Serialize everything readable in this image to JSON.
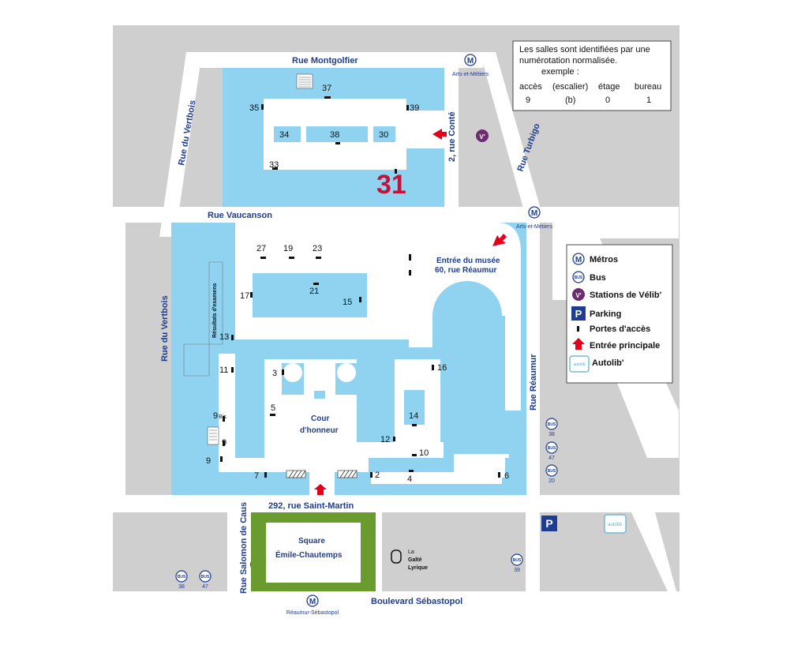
{
  "legend_top": {
    "line1": "Les salles sont identifiées par une",
    "line2": "numérotation normalisée.",
    "line3": "exemple :",
    "headers": [
      "accès",
      "(escalier)",
      "étage",
      "bureau"
    ],
    "values": [
      "9",
      "(b)",
      "0",
      "1"
    ]
  },
  "streets": {
    "montgolfier": "Rue Montgolfier",
    "vertbois_top": "Rue du Vertbois",
    "vertbois_left": "Rue du Vertbois",
    "conte": "2, rue Conté",
    "turbigo": "Rue Turbigo",
    "vaucanson": "Rue Vaucanson",
    "reaumur": "Rue Réaumur",
    "saint_martin": "292, rue Saint-Martin",
    "salomon": "Rue Salomon de Caus",
    "sebastopol": "Boulevard Sébastopol"
  },
  "metro": {
    "arts1": "Arts-et-Métiers",
    "arts2": "Arts-et-Métiers",
    "reaumur_sebastopol": "Réaumur-Sébastopol"
  },
  "labels": {
    "building_31": "31",
    "musee": "Entrée du musée",
    "musee_addr": "60, rue Réaumur",
    "cour1": "Cour",
    "cour2": "d'honneur",
    "examens": "Résultats d'examens",
    "square1": "Square",
    "square2": "Émile-Chautemps",
    "gaite1": "La",
    "gaite2": "Gaîté",
    "gaite3": "Lyrique"
  },
  "rooms": {
    "r35": "35",
    "r37": "37",
    "r39": "39",
    "r34": "34",
    "r38": "38",
    "r30": "30",
    "r33": "33",
    "r27": "27",
    "r19": "19",
    "r23": "23",
    "r17": "17",
    "r21": "21",
    "r15": "15",
    "r13": "13",
    "r11": "11",
    "r3": "3",
    "r16": "16",
    "r5": "5",
    "r14": "14",
    "r9bis": "9",
    "r9bis_sup": "Bis",
    "r9": "9",
    "r9b": "9",
    "r12": "12",
    "r10": "10",
    "r7": "7",
    "r2": "2",
    "r4": "4",
    "r6": "6"
  },
  "bus": {
    "label": "BUS",
    "b38": "38",
    "b47": "47",
    "b20": "20",
    "b38b": "38",
    "b47b": "47",
    "b39": "39"
  },
  "legend": {
    "metros": "Métros",
    "bus": "Bus",
    "velib": "Stations de Vélib'",
    "parking": "Parking",
    "portes": "Portes d'accès",
    "entree": "Entrée principale",
    "autolib": "Autolib'"
  },
  "icons": {
    "metro_glyph": "M",
    "parking_glyph": "P",
    "velib_glyph": "V'",
    "autolib_glyph": "autolib"
  },
  "colors": {
    "street": "#cfcfcf",
    "building": "#8fd3f0",
    "text_blue": "#1f3d8f",
    "entrance_red": "#e2001a",
    "velib_purple": "#6b2d6f",
    "parking_navy": "#1f3d8f",
    "square_green": "#6a9b2e",
    "room_31": "#c0143c"
  }
}
